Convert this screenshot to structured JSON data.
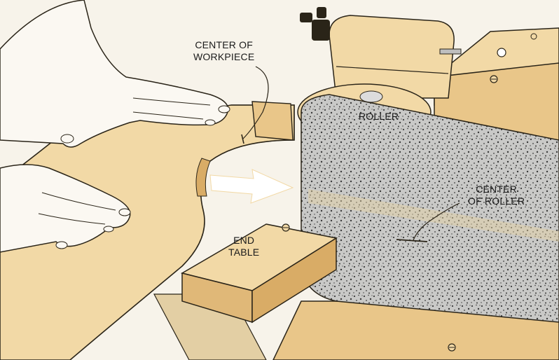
{
  "labels": {
    "center_of_workpiece": [
      "CENTER OF",
      "WORKPIECE"
    ],
    "roller": "ROLLER",
    "center_of_roller": [
      "CENTER",
      "OF ROLLER"
    ],
    "end_table": [
      "END",
      "TABLE"
    ]
  },
  "colors": {
    "background": "#f7f3ea",
    "wood_light": "#f2d9a6",
    "wood_mid": "#e9c689",
    "wood_dark": "#d9ac66",
    "skin": "#fbf8f2",
    "sanding_belt": "#c9c9c7",
    "grit": "#3a3a3a",
    "outline": "#2a2418",
    "arrow": "#ffffff"
  }
}
